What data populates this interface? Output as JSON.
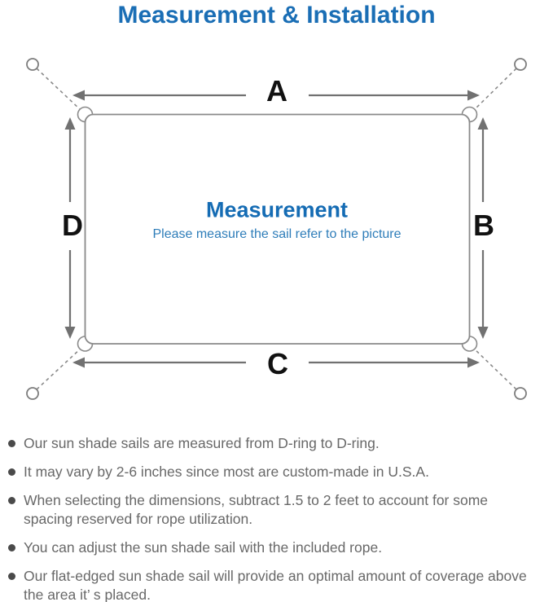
{
  "header": {
    "title": "Measurement & Installation"
  },
  "diagram": {
    "side_labels": {
      "top": "A",
      "right": "B",
      "bottom": "C",
      "left": "D"
    },
    "center_title": "Measurement",
    "center_subtitle": "Please measure the sail refer to the picture"
  },
  "notes": [
    "Our sun shade sails are measured from D-ring to D-ring.",
    "It may vary by 2-6 inches since most are custom-made in U.S.A.",
    "When selecting the dimensions, subtract 1.5 to 2 feet to account for some spacing reserved for rope utilization.",
    "You can adjust the sun shade sail with the included rope.",
    "Our flat-edged sun shade sail will provide an optimal amount of coverage above the area it’ s placed."
  ],
  "colors": {
    "accent_blue": "#1a6eb5",
    "center_title_blue": "#156cb4",
    "subtitle_blue": "#2e7db9",
    "outline_gray": "#8a8a8a",
    "arrow_gray": "#717171",
    "note_text_gray": "#686868"
  }
}
